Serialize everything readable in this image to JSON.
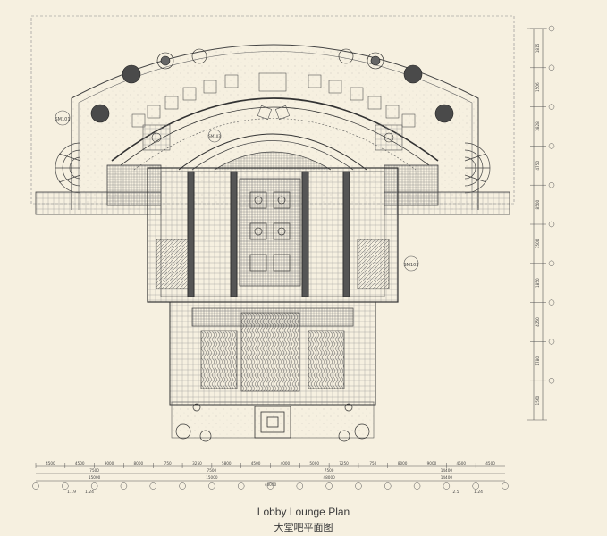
{
  "caption": {
    "english": "Lobby Lounge Plan",
    "chinese": "大堂吧平面图"
  },
  "bottom_dimensions": {
    "row1": [
      "4500",
      "4500",
      "9000",
      "8000",
      "750",
      "3250",
      "5800",
      "4500",
      "4000",
      "5000",
      "7250",
      "750",
      "8000",
      "9000",
      "4500",
      "4500"
    ],
    "row2": [
      "7500",
      "7500",
      "7500",
      "14400"
    ],
    "row3": [
      "15000",
      "15000",
      "48000",
      "14400"
    ],
    "row4": [
      "46000"
    ],
    "scale_left": [
      "1.19",
      "1.24"
    ],
    "scale_right": [
      "2.5",
      "1.24"
    ]
  },
  "right_dimensions": {
    "segments": [
      "1815",
      "1506",
      "3828",
      "4750",
      "8500",
      "3500",
      "1850",
      "4250",
      "1780",
      "1560"
    ]
  },
  "callouts": {
    "left": "SM101",
    "right": "SM102",
    "center": "SM103"
  },
  "colors": {
    "background": "#f6f0e0",
    "line": "#555555",
    "tree": "#444444"
  }
}
